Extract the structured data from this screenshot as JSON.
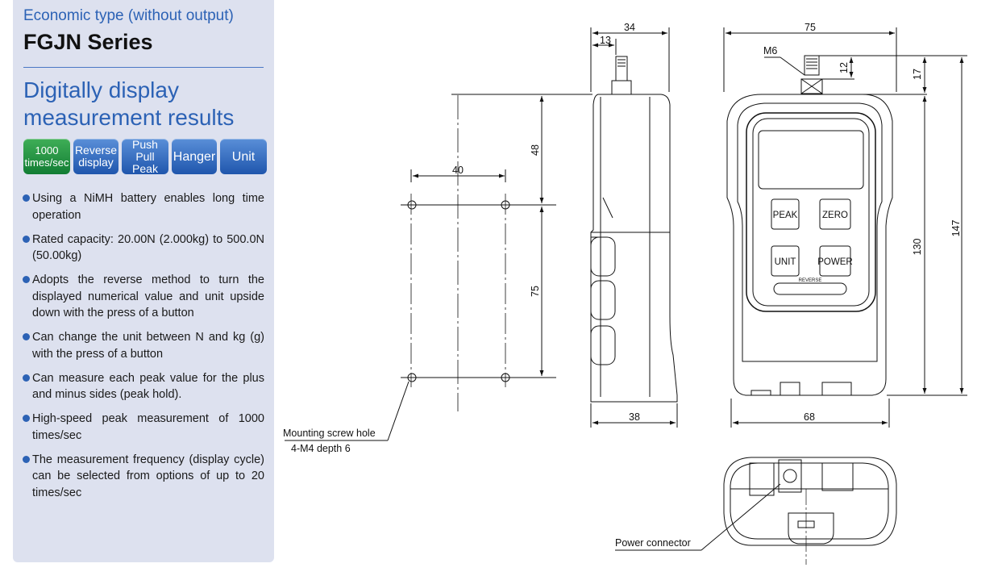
{
  "header": {
    "subtitle": "Economic type (without output)",
    "series": "FGJN Series",
    "headline": "Digitally display measurement results"
  },
  "badges": [
    {
      "label": "1000\ntimes/sec",
      "color": "#1e8c3e"
    },
    {
      "label": "Reverse\ndisplay",
      "color": "#2a62b8"
    },
    {
      "label": "Push Pull\nPeak",
      "color": "#2a62b8"
    },
    {
      "label": "Hanger",
      "color": "#2a62b8"
    },
    {
      "label": "Unit",
      "color": "#2a62b8"
    }
  ],
  "features": [
    "Using a NiMH battery enables long time operation",
    "Rated capacity: 20.00N (2.000kg) to 500.0N (50.00kg)",
    "Adopts the reverse method to turn the displayed numerical value and unit upside down with the press of a button",
    "Can change the unit between N and kg (g) with the press of a button",
    "Can measure each peak value for the plus and minus sides (peak hold).",
    "High-speed peak measurement of 1000 times/sec",
    "The measurement frequency (display cycle) can be selected from options of up to 20 times/sec"
  ],
  "drawing": {
    "mount": {
      "width": "40",
      "upper": "48",
      "lower": "75"
    },
    "side": {
      "total": "34",
      "shaft": "13",
      "bottom": "38"
    },
    "front": {
      "width": "75",
      "thread": "M6",
      "thread_len": "12",
      "top": "17",
      "body": "130",
      "overall": "147",
      "bottom": "68"
    },
    "buttons": {
      "peak": "PEAK",
      "zero": "ZERO",
      "unit": "UNIT",
      "power": "POWER",
      "reverse": "REVERSE"
    },
    "labels": {
      "mount_hole_1": "Mounting screw hole",
      "mount_hole_2": "4-M4 depth 6",
      "power_connector": "Power connector"
    }
  }
}
